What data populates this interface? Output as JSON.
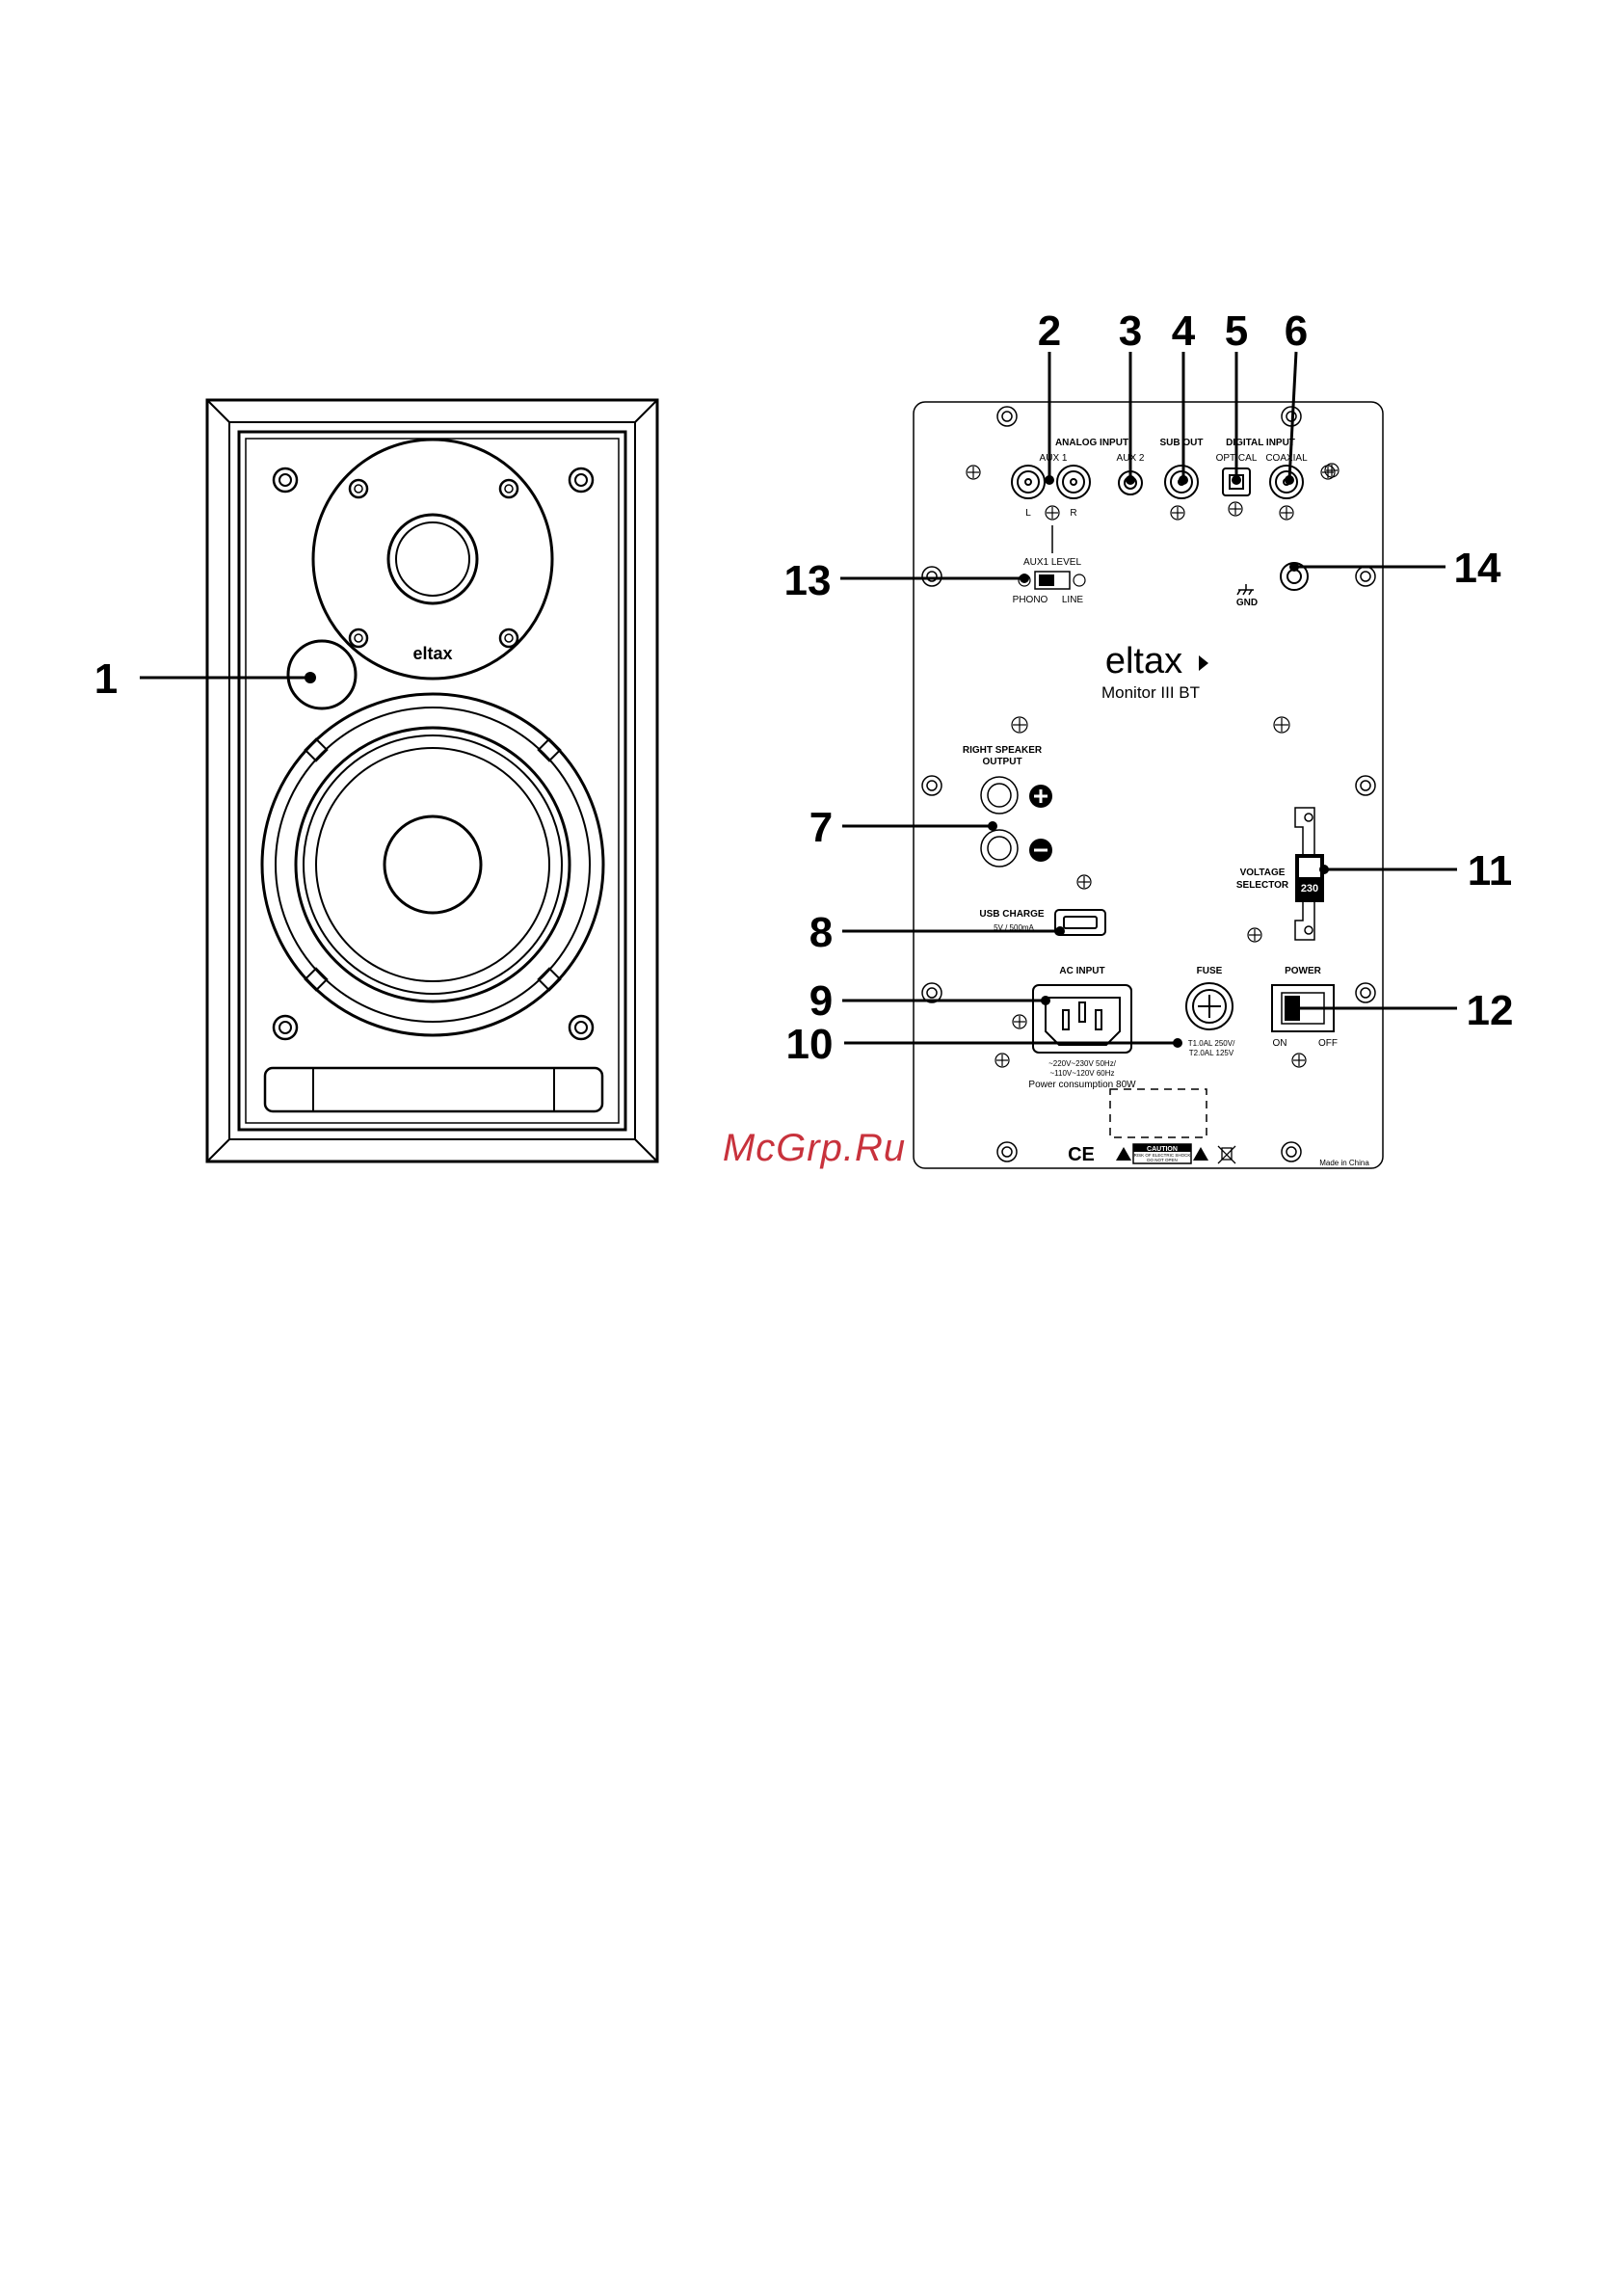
{
  "front": {
    "brand": "eltax",
    "callout": "1"
  },
  "back": {
    "brand": "eltax",
    "model": "Monitor III BT",
    "labels": {
      "analog_input": "ANALOG INPUT",
      "aux1": "AUX 1",
      "aux2": "AUX 2",
      "left": "L",
      "right": "R",
      "sub_out": "SUB OUT",
      "digital_input": "DIGITAL INPUT",
      "optical": "OPTICAL",
      "coaxial": "COAXIAL",
      "aux1_level": "AUX1 LEVEL",
      "phono": "PHONO",
      "line": "LINE",
      "gnd": "GND",
      "right_speaker_output_1": "RIGHT SPEAKER",
      "right_speaker_output_2": "OUTPUT",
      "usb_charge": "USB CHARGE",
      "usb_spec": "5V / 500mA",
      "voltage_selector_1": "VOLTAGE",
      "voltage_selector_2": "SELECTOR",
      "voltage_value": "230",
      "ac_input": "AC INPUT",
      "ac_spec_1": "~220V~230V 50Hz/",
      "ac_spec_2": "~110V~120V 60Hz",
      "power_consumption": "Power consumption 80W",
      "fuse": "FUSE",
      "fuse_spec_1": "T1.0AL 250V/",
      "fuse_spec_2": "T2.0AL 125V",
      "power": "POWER",
      "on": "ON",
      "off": "OFF",
      "caution": "CAUTION",
      "caution_sub_1": "RISK OF ELECTRIC SHOCK",
      "caution_sub_2": "DO NOT OPEN",
      "ce": "CE",
      "made_in": "Made in China"
    },
    "callouts": [
      "2",
      "3",
      "4",
      "5",
      "6",
      "7",
      "8",
      "9",
      "10",
      "11",
      "12",
      "13",
      "14"
    ]
  },
  "watermark": "McGrp.Ru"
}
